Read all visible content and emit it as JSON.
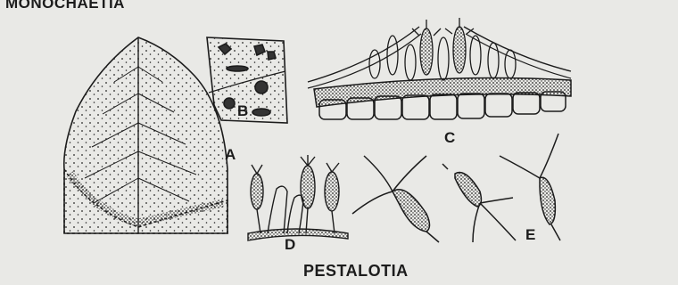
{
  "texts": {
    "top_title": "MONOCHAETIA",
    "bottom_title": "PESTALOTIA"
  },
  "figure_labels": {
    "a": "A",
    "b": "B",
    "c": "C",
    "d": "D",
    "e": "E"
  },
  "colors": {
    "paper": "#e9e9e6",
    "ink": "#1c1c1c"
  }
}
